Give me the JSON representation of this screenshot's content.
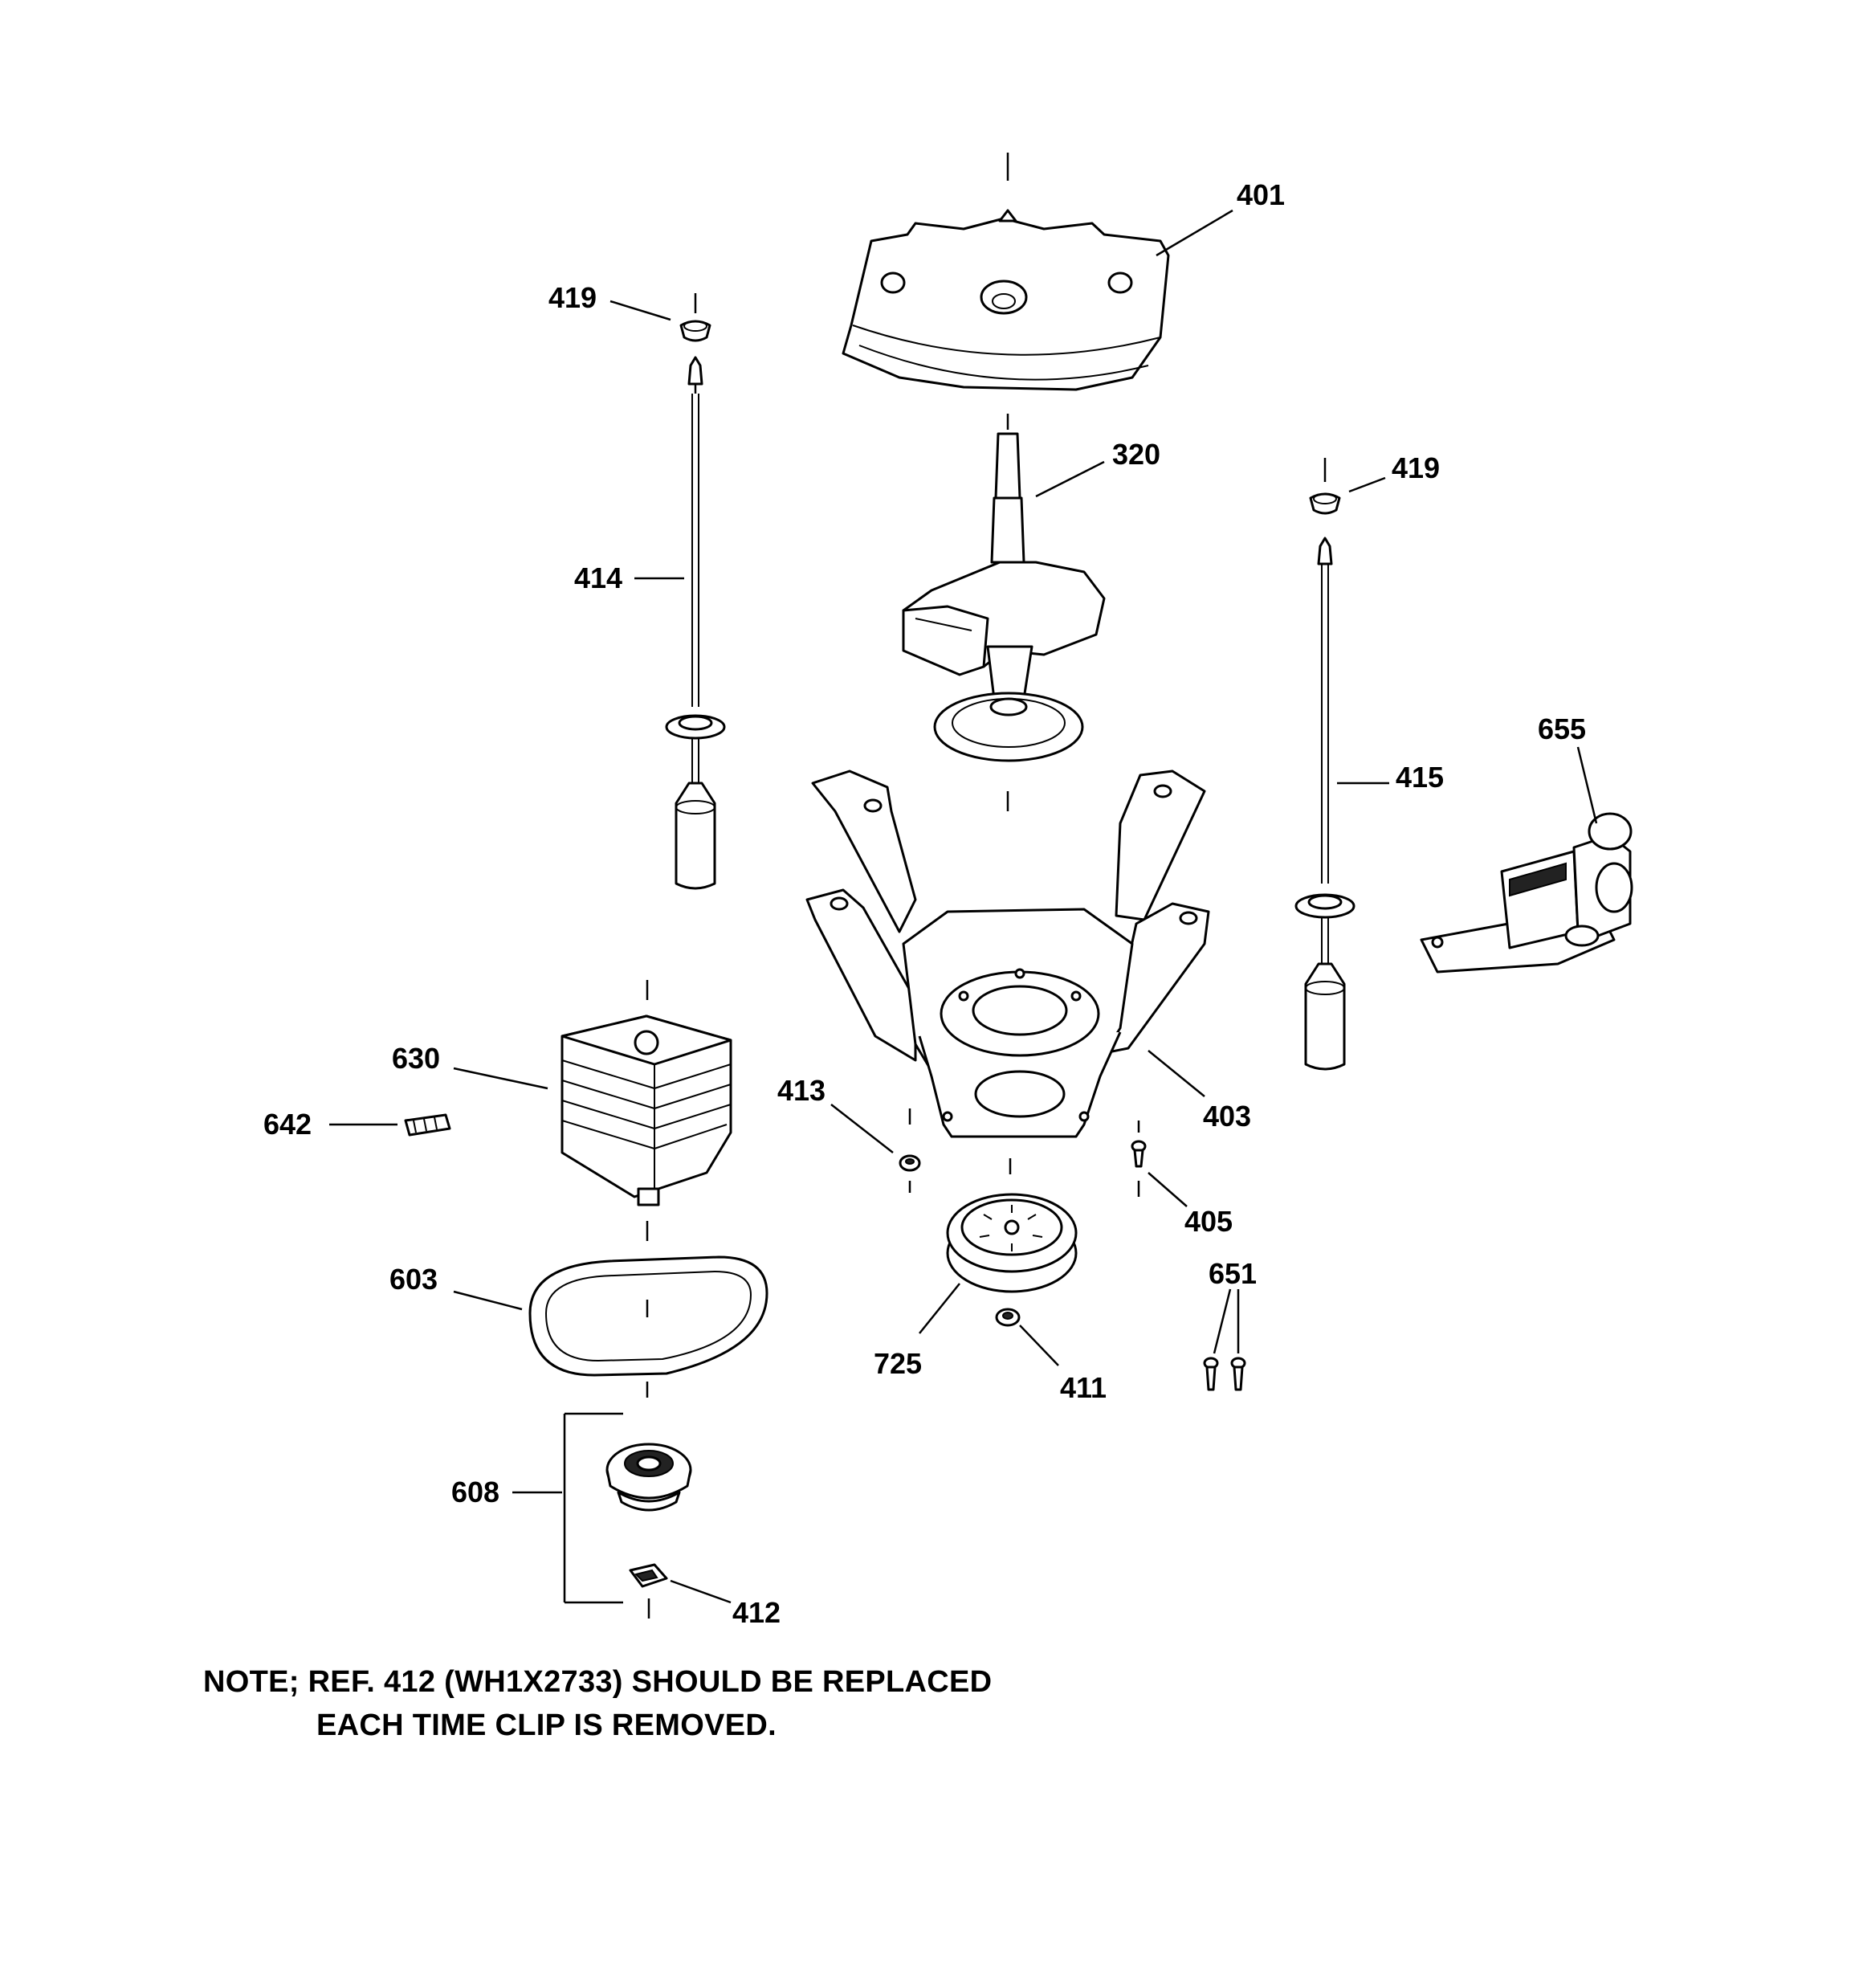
{
  "callouts": {
    "c401": "401",
    "c419a": "419",
    "c419b": "419",
    "c320": "320",
    "c414": "414",
    "c415": "415",
    "c655": "655",
    "c630": "630",
    "c642": "642",
    "c413": "413",
    "c403": "403",
    "c405": "405",
    "c651": "651",
    "c603": "603",
    "c725": "725",
    "c411": "411",
    "c608": "608",
    "c412": "412"
  },
  "note": {
    "line1": "NOTE; REF. 412 (WH1X2733) SHOULD BE REPLACED",
    "line2": "EACH TIME CLIP IS REMOVED."
  }
}
